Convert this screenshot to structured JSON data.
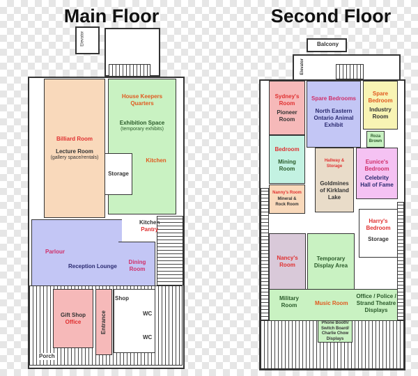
{
  "main_floor": {
    "title": "Main Floor",
    "rooms": {
      "billiard": "Billiard Room",
      "lecture": "Lecture Room",
      "lecture_sub": "(gallery space/rentals)",
      "housekeepers": "House Keepers Quarters",
      "exhibition": "Exhibition Space",
      "exhibition_sub": "(temporary exhibits)",
      "kitchen": "Kitchen",
      "storage": "Storage",
      "kitchen_pantry_1": "Kitchen",
      "kitchen_pantry_2": "Pantry",
      "elevator": "Elevator",
      "parlour": "Parlour",
      "reception": "Reception Lounge",
      "dining": "Dining Room",
      "shop": "Shop",
      "wc1": "WC",
      "wc2": "WC",
      "gift_shop": "Gift Shop",
      "office": "Office",
      "entrance": "Entrance",
      "porch": "Porch"
    }
  },
  "second_floor": {
    "title": "Second Floor",
    "rooms": {
      "balcony": "Balcony",
      "elevator": "Elevator",
      "sydney": "Sydney's Room",
      "pioneer": "Pioneer Room",
      "spare_bedrooms": "Spare Bedrooms",
      "animal": "North Eastern Ontario Animal Exhibit",
      "spare_bedroom": "Spare Bedroom",
      "industry": "Industry Room",
      "roza": "Roza Brown",
      "bedroom": "Bedroom",
      "mining": "Mining Room",
      "hallway": "Hallway & Storage",
      "goldmines": "Goldmines of Kirkland Lake",
      "eunice": "Eunice's Bedroom",
      "celebrity": "Celebrity Hall of Fame",
      "nanny": "Nanny's Room",
      "mineral": "Mineral & Rock Room",
      "harry": "Harry's Bedroom",
      "harry_storage": "Storage",
      "nancy": "Nancy's Room",
      "temporary": "Temporary Display Area",
      "military": "Military Room",
      "music": "Music Room",
      "office": "Office / Police / Strand Theatre Displays",
      "phone": "Phone Booth/ Switch Board/ Charlie Chow Displays"
    }
  },
  "colors": {
    "peach": "#f9d9bb",
    "green": "#c9f2c2",
    "blue": "#c3c6f5",
    "pink": "#f6b9b9",
    "yellow": "#f8f4b4",
    "teal": "#c3f2e2",
    "tan": "#e9dcc9",
    "violet": "#f5c2f3",
    "mauve": "#d9c9d9"
  }
}
